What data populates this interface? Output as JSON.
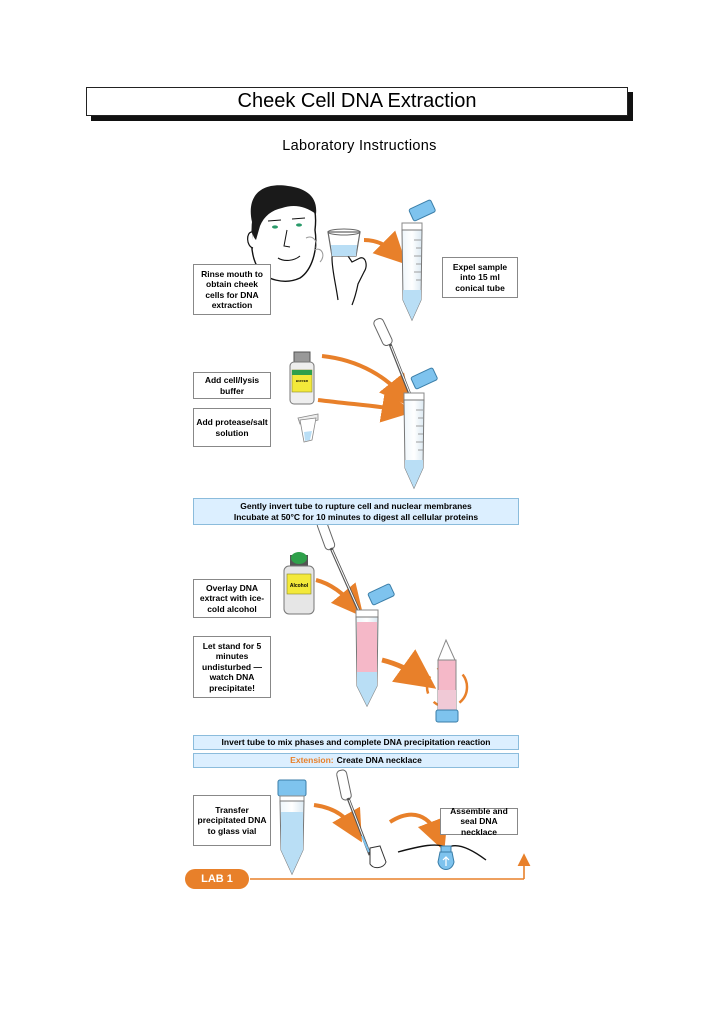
{
  "header": {
    "title": "Cheek Cell DNA Extraction",
    "subtitle": "Laboratory Instructions"
  },
  "steps": {
    "rinse": "Rinse mouth to obtain cheek cells for DNA extraction",
    "expel": "Expel sample into 15 ml conical tube",
    "add_buffer": "Add cell/lysis buffer",
    "add_protease": "Add protease/salt solution",
    "overlay": "Overlay DNA extract with ice-cold alcohol",
    "let_stand": "Let stand for 5 minutes undisturbed — watch DNA precipitate!",
    "transfer": "Transfer precipitated DNA to glass vial",
    "assemble": "Assemble and seal DNA necklace"
  },
  "banners": {
    "invert_line1": "Gently invert tube to rupture cell and nuclear membranes",
    "invert_line2": "Incubate at 50°C for 10 minutes to digest all cellular proteins",
    "mix": "Invert tube to mix phases and complete DNA precipitation reaction",
    "extension_label": "Extension:",
    "extension_text": "Create DNA necklace"
  },
  "bottle_labels": {
    "buffer_label": "BUFFER",
    "alcohol_label": "Alcohol"
  },
  "lab_badge": "LAB 1",
  "colors": {
    "arrow": "#e8802a",
    "tube_blue": "#7ec3ee",
    "liquid_blue": "#b9def5",
    "liquid_pink": "#f5b8c8",
    "banner_bg": "#dcefff"
  }
}
